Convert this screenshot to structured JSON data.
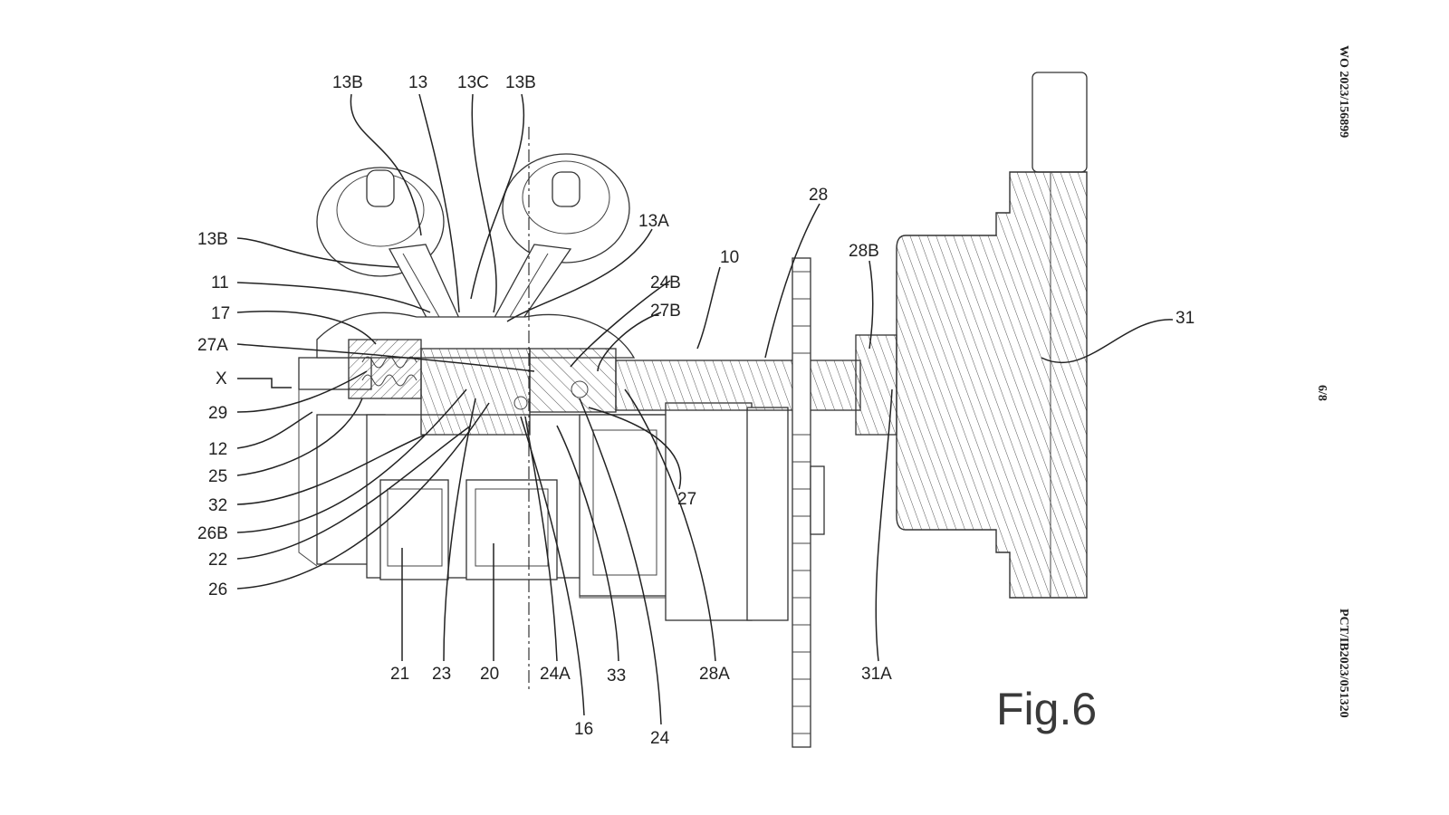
{
  "header": {
    "publication_number": "WO 2023/156899",
    "sheet": "6/8",
    "application_number": "PCT/IB2023/051320"
  },
  "figure": {
    "title": "Fig.6"
  },
  "labels": {
    "13B_a": "13B",
    "13_a": "13",
    "13C": "13C",
    "13B_b": "13B",
    "13B_c": "13B",
    "13A": "13A",
    "11": "11",
    "17": "17",
    "27A": "27A",
    "X": "X",
    "29": "29",
    "12": "12",
    "25": "25",
    "32": "32",
    "26B": "26B",
    "22": "22",
    "26": "26",
    "24B": "24B",
    "27B": "27B",
    "10": "10",
    "28": "28",
    "28B": "28B",
    "31": "31",
    "27": "27",
    "21": "21",
    "23": "23",
    "20": "20",
    "24A": "24A",
    "33": "33",
    "28A": "28A",
    "31A": "31A",
    "16": "16",
    "24": "24"
  }
}
